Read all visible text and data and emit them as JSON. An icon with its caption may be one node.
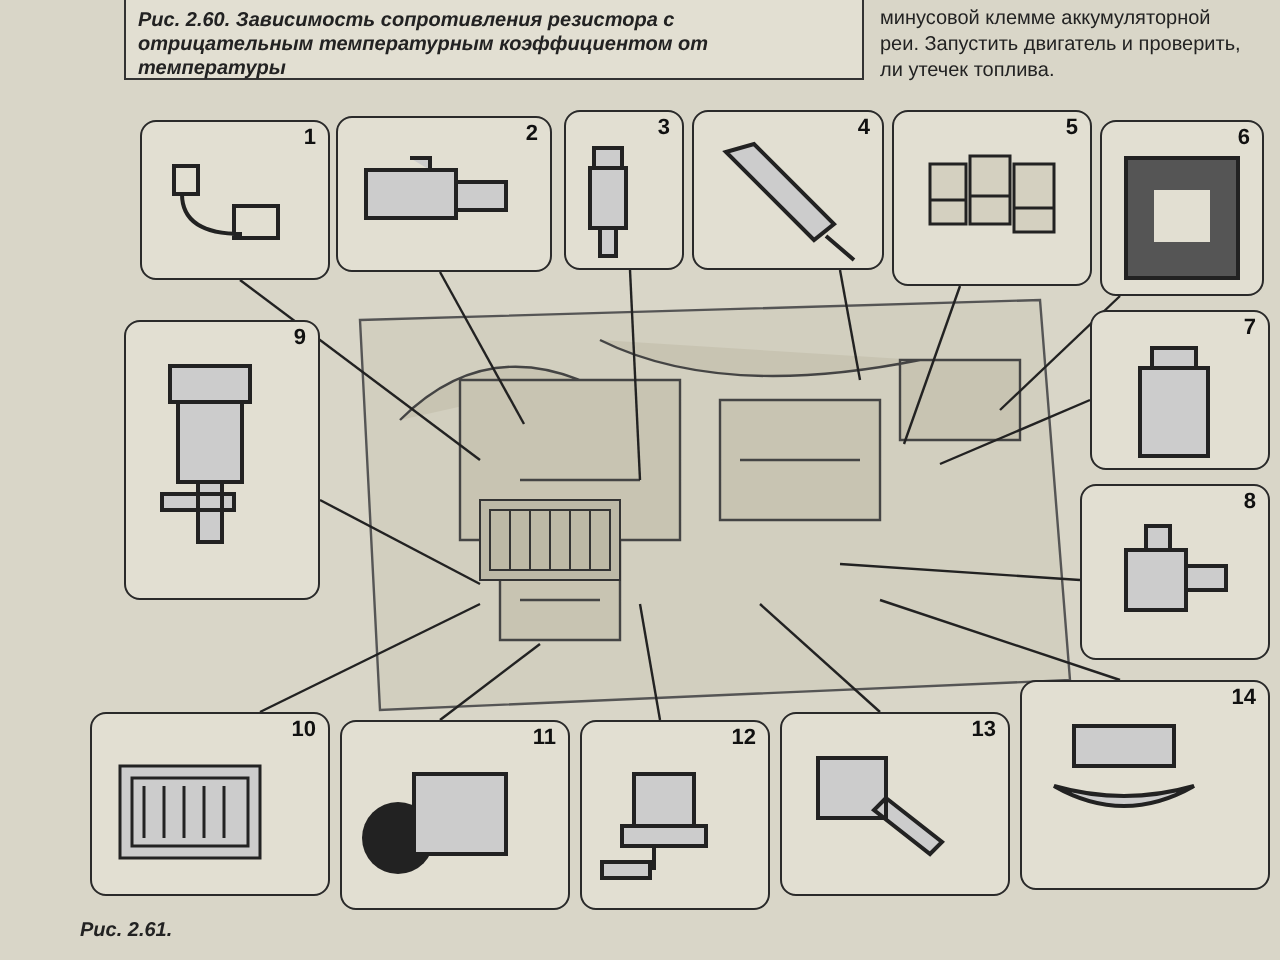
{
  "diagram": {
    "caption": "Рис. 2.61.",
    "nodes": [
      {
        "text": [
          "1"
        ]
      },
      {
        "text": [
          "2"
        ]
      },
      {
        "text": [
          "3"
        ]
      },
      {
        "text": [
          "4"
        ]
      },
      {
        "text": [
          "5"
        ]
      },
      {
        "text": [
          "6"
        ]
      },
      {
        "text": [
          "7"
        ]
      },
      {
        "text": [
          "8"
        ]
      },
      {
        "text": [
          "9"
        ]
      },
      {
        "text": [
          "10"
        ]
      },
      {
        "text": [
          "11"
        ]
      },
      {
        "text": [
          "12"
        ]
      },
      {
        "text": [
          "13"
        ]
      },
      {
        "text": [
          "14"
        ]
      }
    ],
    "edges": [
      {
        "from": 0,
        "to": null,
        "arrow": "none"
      },
      {
        "from": 1,
        "to": null,
        "arrow": "none"
      },
      {
        "from": 2,
        "to": null,
        "arrow": "none"
      },
      {
        "from": 3,
        "to": null,
        "arrow": "none"
      },
      {
        "from": 4,
        "to": null,
        "arrow": "none"
      },
      {
        "from": 5,
        "to": null,
        "arrow": "none"
      },
      {
        "from": 6,
        "to": null,
        "arrow": "none"
      },
      {
        "from": 7,
        "to": null,
        "arrow": "none"
      },
      {
        "from": 8,
        "to": null,
        "arrow": "none"
      },
      {
        "from": 9,
        "to": null,
        "arrow": "none"
      },
      {
        "from": 10,
        "to": null,
        "arrow": "none"
      },
      {
        "from": 11,
        "to": null,
        "arrow": "none"
      },
      {
        "from": 12,
        "to": null,
        "arrow": "none"
      },
      {
        "from": 13,
        "to": null,
        "arrow": "none"
      }
    ],
    "labels": [
      "Рис. 2.60. Зависимость сопротивления резистора с отрицательным температурным коэффициентом от температуры",
      "минусовой клемме аккумуляторной",
      "реи. Запустить двигатель и проверить,",
      "ли утечек топлива."
    ]
  }
}
